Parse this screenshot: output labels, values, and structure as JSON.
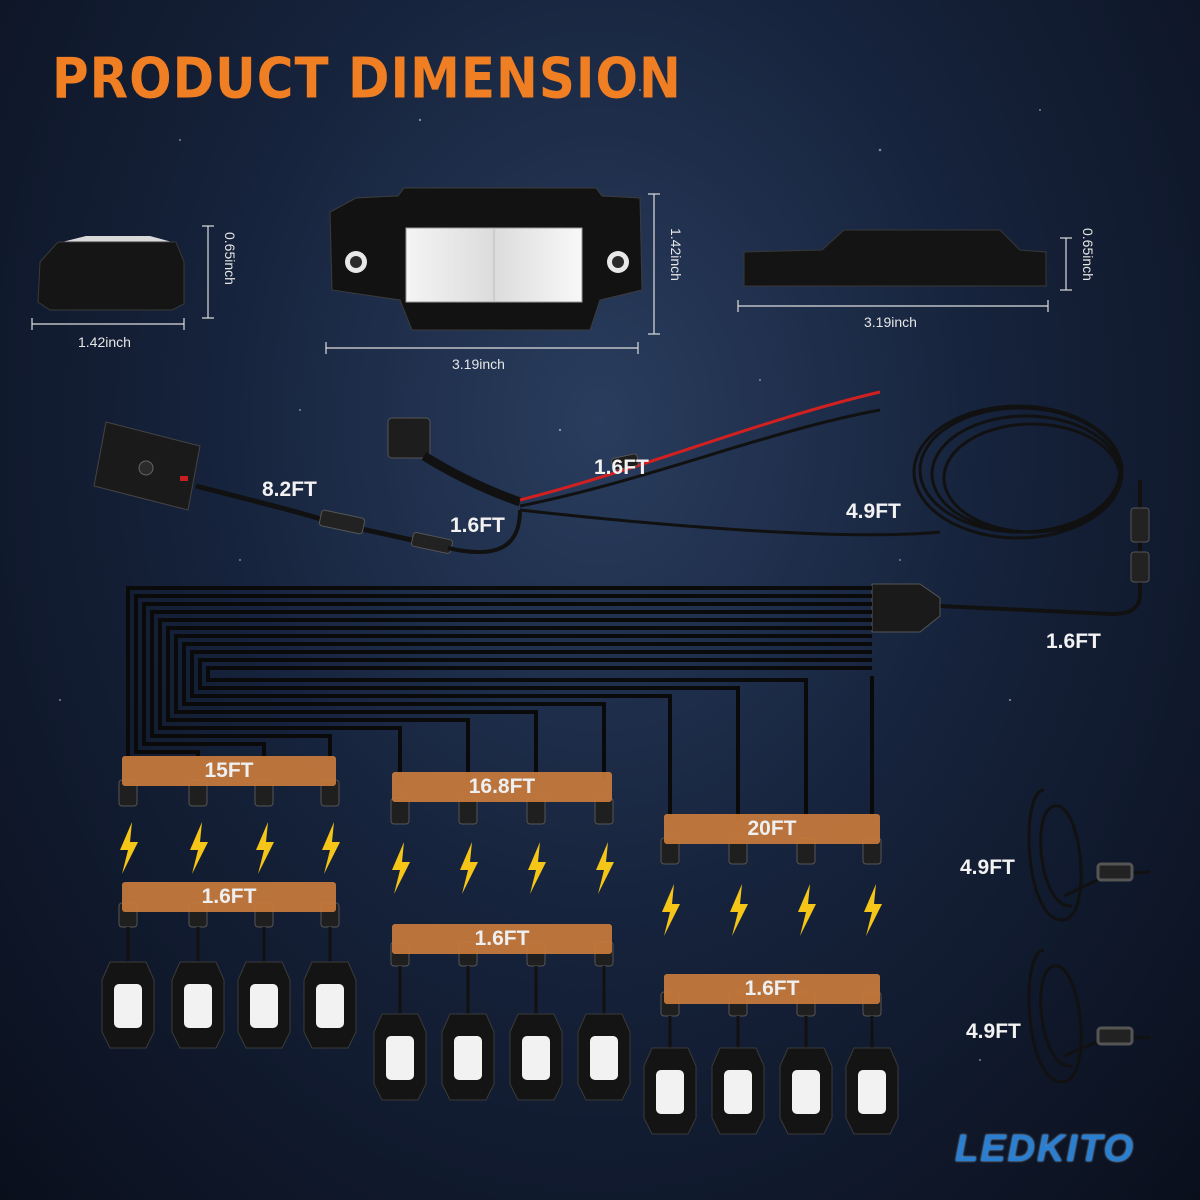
{
  "title": "PRODUCT DIMENSION",
  "dimensions": {
    "side_width": "1.42inch",
    "side_height": "0.65inch",
    "top_width": "3.19inch",
    "top_height": "1.42inch",
    "profile_width": "3.19inch",
    "profile_height": "0.65inch"
  },
  "cables": {
    "controller_cable": "8.2FT",
    "controller_pigtail": "1.6FT",
    "power_lead": "1.6FT",
    "coil_cable": "4.9FT",
    "hub_lead": "1.6FT"
  },
  "groups": [
    {
      "main": "15FT",
      "pigtail": "1.6FT"
    },
    {
      "main": "16.8FT",
      "pigtail": "1.6FT"
    },
    {
      "main": "20FT",
      "pigtail": "1.6FT"
    }
  ],
  "extensions": [
    "4.9FT",
    "4.9FT"
  ],
  "brand": "LEDKITO",
  "colors": {
    "title": "#f07e22",
    "band": "#c77a3c",
    "bolt": "#f5c518",
    "brand": "#2b7fd0",
    "wire_red": "#d22020"
  }
}
